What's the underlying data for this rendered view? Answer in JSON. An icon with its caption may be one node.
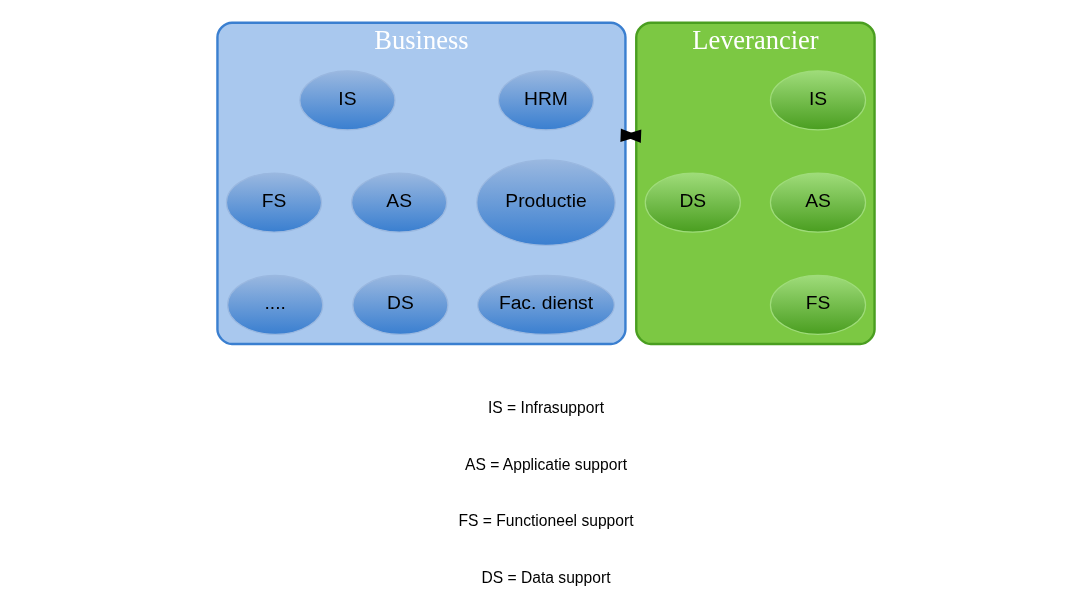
{
  "diagram": {
    "nodes": [
      {
        "text": [
          "Business"
        ]
      },
      {
        "text": [
          "HRM"
        ],
        "in": 0
      },
      {
        "text": [
          "IS"
        ],
        "in": 0
      },
      {
        "text": [
          "Productie"
        ],
        "in": 0
      },
      {
        "text": [
          "AS"
        ],
        "in": 0
      },
      {
        "text": [
          "FS"
        ],
        "in": 0
      },
      {
        "text": [
          "Fac. dienst"
        ],
        "in": 0
      },
      {
        "text": [
          "DS"
        ],
        "in": 0
      },
      {
        "text": [
          "...."
        ],
        "in": 0
      },
      {
        "text": [
          "Leverancier"
        ]
      },
      {
        "text": [
          "IS"
        ],
        "in": 9
      },
      {
        "text": [
          "AS"
        ],
        "in": 9
      },
      {
        "text": [
          "DS"
        ],
        "in": 9
      },
      {
        "text": [
          "FS"
        ],
        "in": 9
      }
    ],
    "edges": [
      {
        "from": 0,
        "to": 9,
        "arrow": "both"
      }
    ],
    "labels": [
      "IS = Infrasupport",
      "AS = Applicatie support",
      "FS = Functioneel support",
      "DS = Data support"
    ]
  }
}
